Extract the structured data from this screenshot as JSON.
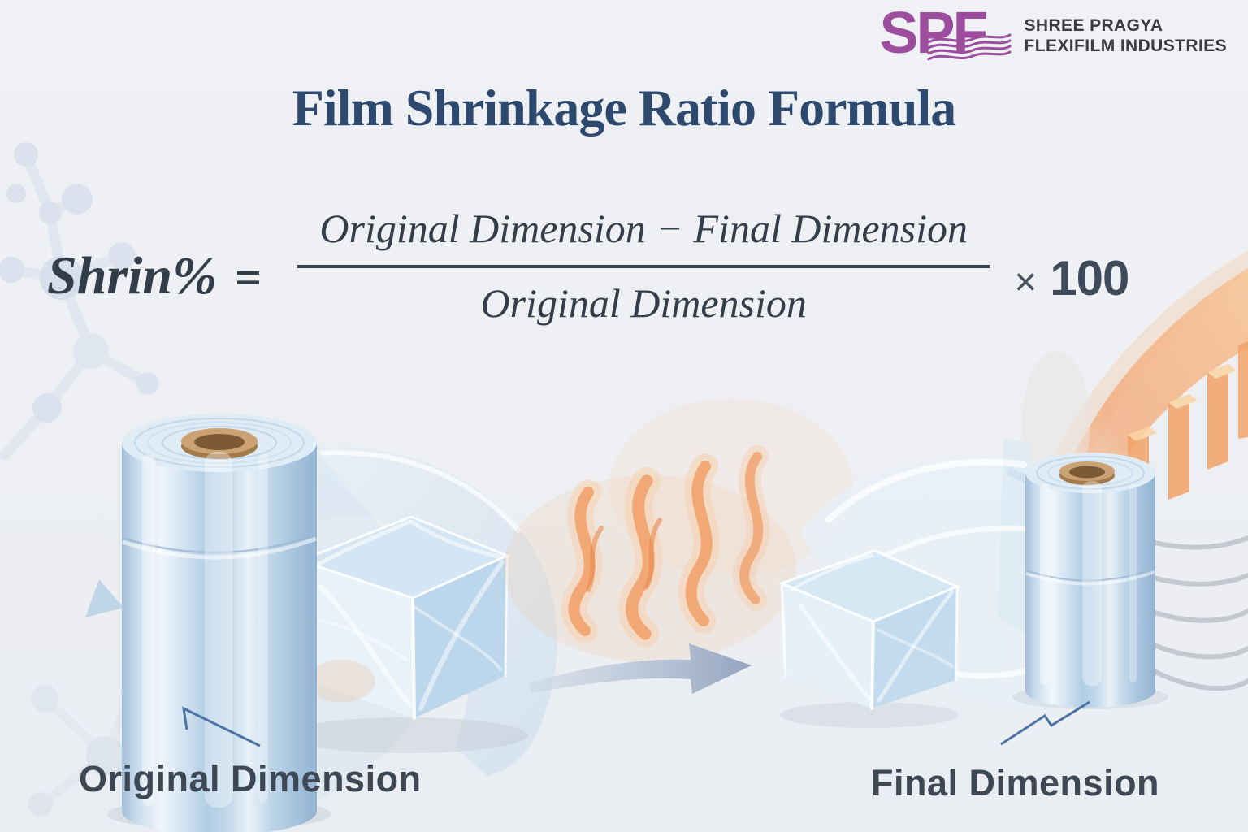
{
  "brand": {
    "logo_text": "SPF",
    "company_name_line1": "SHREE PRAGYA",
    "company_name_line2": "FLEXIFILM INDUSTRIES"
  },
  "title": "Film Shrinkage Ratio Formula",
  "formula": {
    "lhs": "Shrin%",
    "equals_sign": "=",
    "numerator": "Original Dimension − Final Dimension",
    "denominator": "Original Dimension",
    "times_sign": "×",
    "multiplier": "100"
  },
  "annotations": {
    "original_dimension_label": "Original Dimension",
    "final_dimension_label": "Final Dimension"
  },
  "colors": {
    "background": "#edeff3",
    "title_text": "#2d4a6e",
    "formula_text": "#313d49",
    "annotation_text": "#3d4854",
    "brand_purple": "#9c4d9e",
    "brand_text": "#3b3b3d",
    "film_blue": "#b7d1e8",
    "roll_core_tan": "#cba273",
    "heat_orange": "#f1a571",
    "arrow_blue_gray": "#97a9c3",
    "leader_line_blue": "#4c73a3"
  }
}
